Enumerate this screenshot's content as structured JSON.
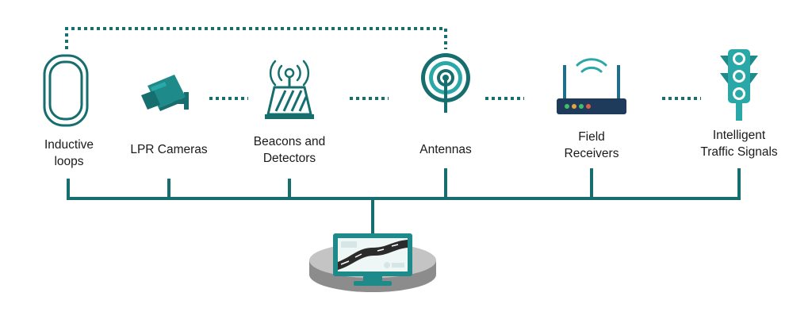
{
  "colors": {
    "teal": "#176e6e",
    "teal_light": "#2aa8a8",
    "text": "#1a1a1a",
    "platform": "#b9b9b9",
    "platform_side": "#8c8c8c"
  },
  "devices": [
    {
      "name": "inductive-loops",
      "icon": "inductive-loop-icon",
      "label_lines": [
        "Inductive",
        "loops"
      ]
    },
    {
      "name": "lpr-cameras",
      "icon": "camera-icon",
      "label_lines": [
        "LPR Cameras"
      ]
    },
    {
      "name": "beacons-and-detectors",
      "icon": "beacon-detector-icon",
      "label_lines": [
        "Beacons and",
        "Detectors"
      ]
    },
    {
      "name": "antennas",
      "icon": "antenna-icon",
      "label_lines": [
        "Antennas"
      ]
    },
    {
      "name": "field-receivers",
      "icon": "router-icon",
      "label_lines": [
        "Field",
        "Receivers"
      ]
    },
    {
      "name": "intelligent-traffic-signals",
      "icon": "traffic-light-icon",
      "label_lines": [
        "Intelligent",
        "Traffic Signals"
      ]
    }
  ],
  "central": {
    "icon": "monitor-icon"
  }
}
